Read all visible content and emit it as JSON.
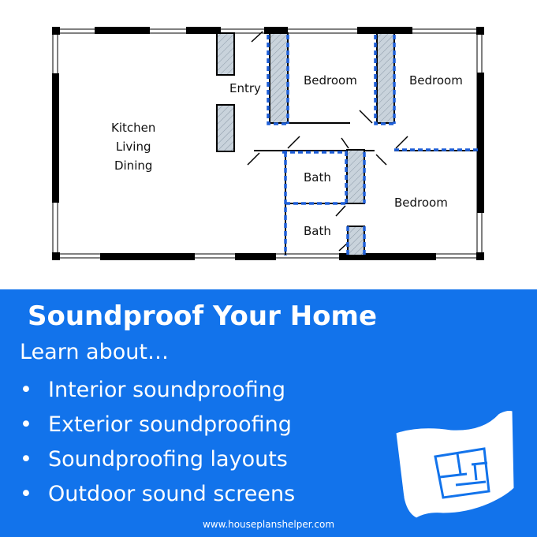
{
  "floor_plan": {
    "rooms": {
      "kitchen": [
        "Kitchen",
        "Living",
        "Dining"
      ],
      "entry": "Entry",
      "bedroom_1": "Bedroom",
      "bedroom_2": "Bedroom",
      "bedroom_3": "Bedroom",
      "bath_1": "Bath",
      "bath_2": "Bath"
    }
  },
  "promo": {
    "title": "Soundproof Your Home",
    "intro": "Learn about…",
    "bullet": "•",
    "items": [
      "Interior soundproofing",
      "Exterior soundproofing",
      "Soundproofing layouts",
      "Outdoor sound screens"
    ],
    "footer_url": "www.houseplanshelper.com"
  },
  "colors": {
    "banner_blue": "#1273EB",
    "insulation_blue": "#1E5FD8",
    "wall_black": "#000000",
    "closet_fill": "#C9D3DC"
  }
}
